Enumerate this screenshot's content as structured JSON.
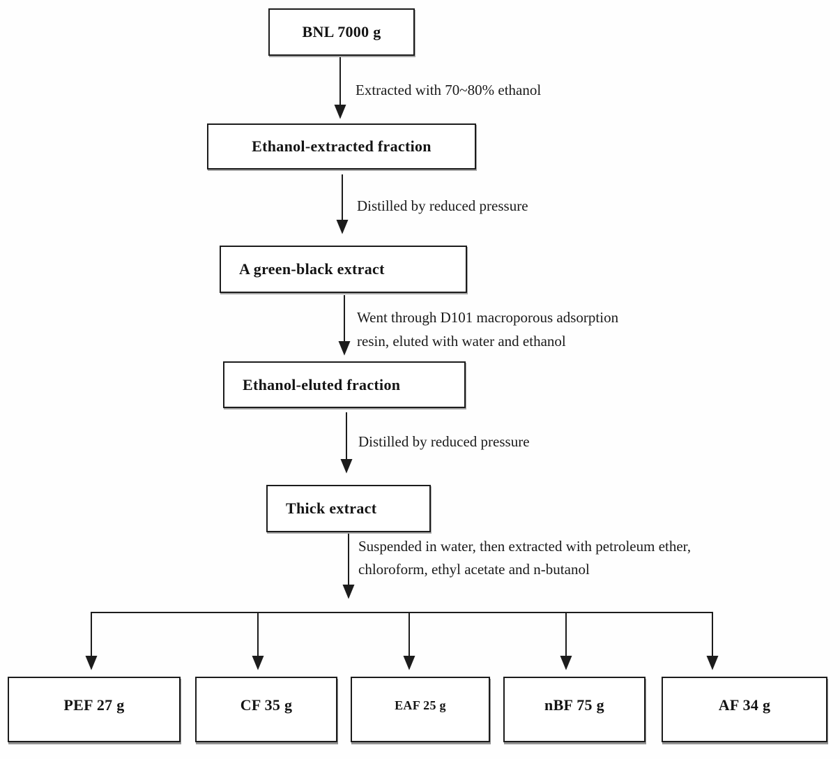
{
  "diagram": {
    "nodes": {
      "bnl": "BNL 7000 g",
      "ethanol_extracted": "Ethanol-extracted fraction",
      "green_black": "A green-black extract",
      "ethanol_eluted": "Ethanol-eluted fraction",
      "thick_extract": "Thick extract"
    },
    "edges": {
      "extract": {
        "label": "Extracted with 70~80% ethanol"
      },
      "distill1": {
        "label": "Distilled by reduced pressure"
      },
      "resin": {
        "line1": "Went through D101 macroporous adsorption",
        "line2": "resin, eluted with water and ethanol"
      },
      "distill2": {
        "label": "Distilled by reduced pressure"
      },
      "partition": {
        "line1": "Suspended in water, then extracted with petroleum ether,",
        "line2": "chloroform, ethyl acetate and n-butanol"
      }
    },
    "fractions": [
      "PEF 27 g",
      "CF 35 g",
      "EAF 25 g",
      "nBF 75 g",
      "AF 34 g"
    ],
    "colors": {
      "line": "#1c1c1c",
      "box_border": "#1c1c1c",
      "box_background": "#ffffff",
      "background": "#fefefe",
      "text": "#141414"
    }
  }
}
